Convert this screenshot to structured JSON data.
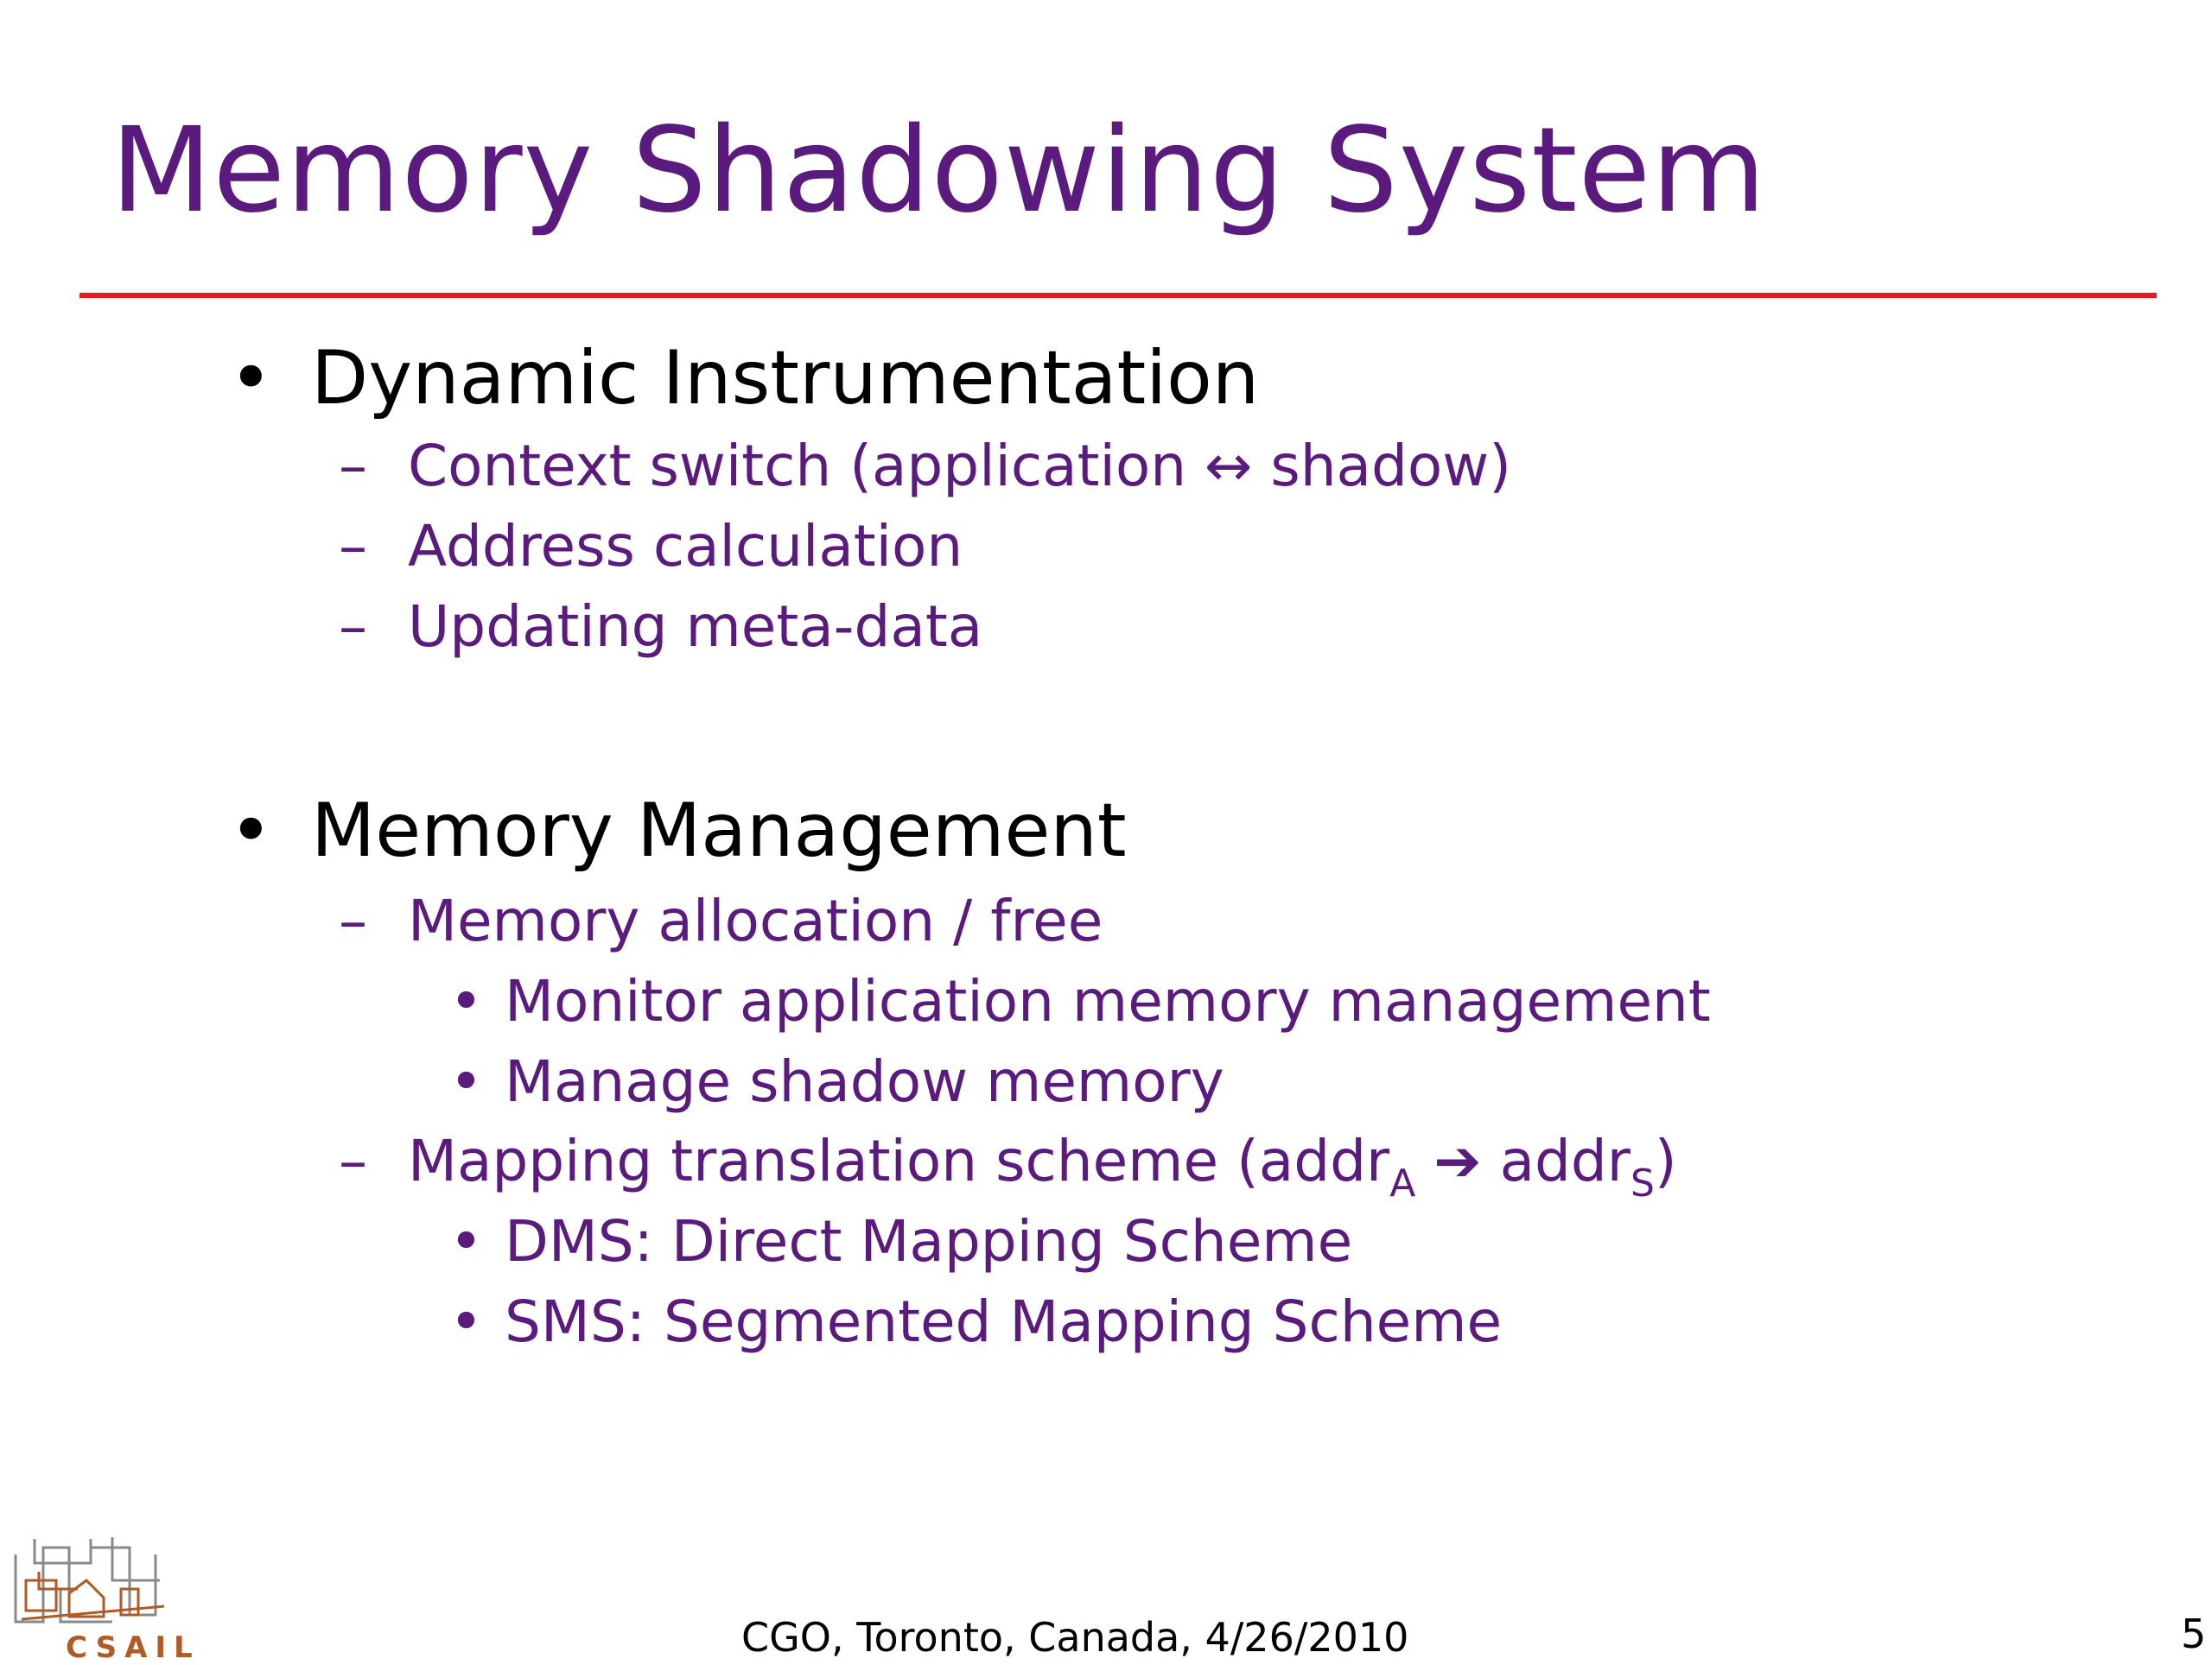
{
  "slide": {
    "title": "Memory Shadowing System",
    "footer": "CGO, Toronto, Canada, 4/26/2010",
    "page_number": "5",
    "logo_text": "CSAIL"
  },
  "markers": {
    "bullet": "•",
    "dash": "–"
  },
  "content": {
    "dynamic_instrumentation": {
      "label": "Dynamic Instrumentation",
      "context_switch": {
        "prefix": "Context switch (application",
        "symbol": "↔",
        "suffix": "shadow)"
      },
      "address_calculation": "Address calculation",
      "updating_metadata": "Updating meta-data"
    },
    "memory_management": {
      "label": "Memory Management",
      "allocation": "Memory allocation / free",
      "monitor": "Monitor application memory management",
      "manage_shadow": "Manage shadow memory",
      "mapping": {
        "prefix": "Mapping translation scheme (addr",
        "sub_a": "A",
        "arrow": "➔",
        "mid": "addr",
        "sub_s": "S",
        "suffix": ")"
      },
      "dms": "DMS: Direct Mapping Scheme",
      "sms": "SMS: Segmented Mapping Scheme"
    }
  },
  "colors": {
    "title": "#5a1a7e",
    "rule": "#e81c1c",
    "subtext": "#5a1a7e",
    "logo": "#b05a26"
  }
}
